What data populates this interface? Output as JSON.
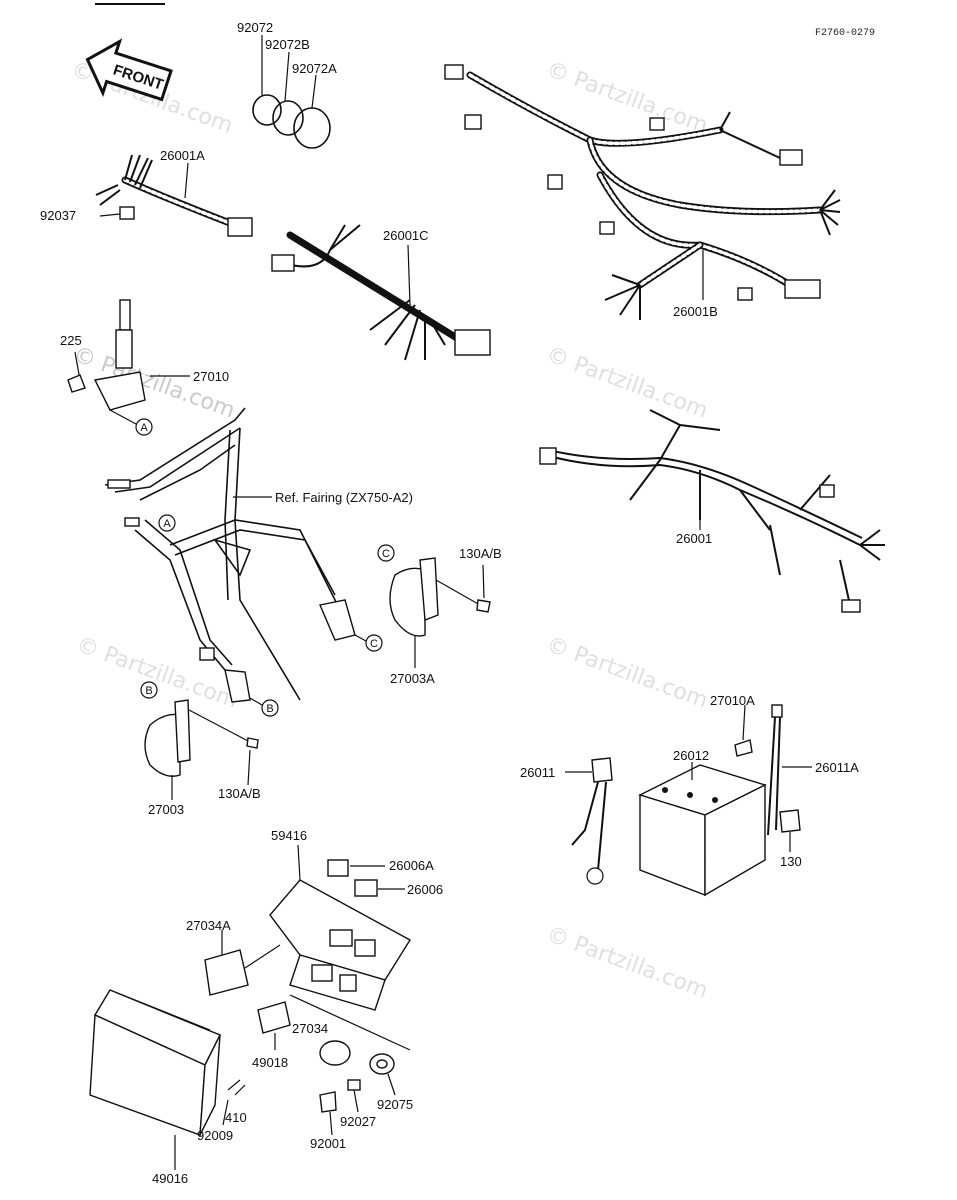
{
  "diagram_code": "F2760-0279",
  "front_label": "FRONT",
  "watermarks": [
    "© Partzilla.com",
    "© Partzilla.com",
    "© Partzilla.com",
    "© Partzilla.com",
    "© Partzilla.com",
    "© Partzilla.com",
    "© Partzilla.com"
  ],
  "reference_note": "Ref. Fairing (ZX750-A2)",
  "markers": {
    "a": "A",
    "b": "B",
    "c": "C"
  },
  "parts": {
    "p92072": "92072",
    "p92072B": "92072B",
    "p92072A": "92072A",
    "p26001A": "26001A",
    "p92037": "92037",
    "p26001C": "26001C",
    "p26001B": "26001B",
    "p225": "225",
    "p27010": "27010",
    "p26001": "26001",
    "p130AB_1": "130A/B",
    "p27003A": "27003A",
    "p27003": "27003",
    "p130AB_2": "130A/B",
    "p27010A": "27010A",
    "p26012": "26012",
    "p26011": "26011",
    "p26011A": "26011A",
    "p130": "130",
    "p59416": "59416",
    "p26006A": "26006A",
    "p26006": "26006",
    "p27034A": "27034A",
    "p27034": "27034",
    "p49018": "49018",
    "p92075": "92075",
    "p92027": "92027",
    "p410": "410",
    "p92009": "92009",
    "p92001": "92001",
    "p49016": "49016"
  }
}
